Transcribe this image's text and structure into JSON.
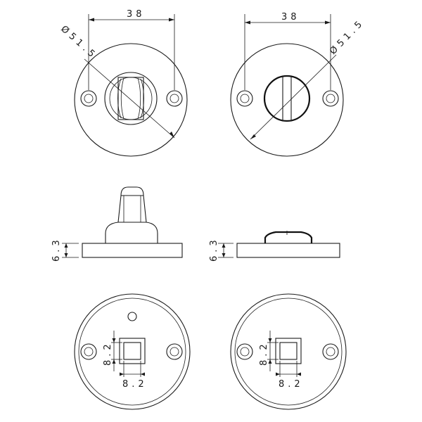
{
  "dimensions": {
    "top_left_width": "38",
    "top_left_diameter": "Ø51.5",
    "top_right_width": "38",
    "top_right_diameter": "Ø51.5",
    "mid_left_height": "6.3",
    "mid_right_height": "6.3",
    "bot_left_square_v": "8.2",
    "bot_left_square_h": "8.2",
    "bot_right_square_v": "8.2",
    "bot_right_square_h": "8.2"
  }
}
